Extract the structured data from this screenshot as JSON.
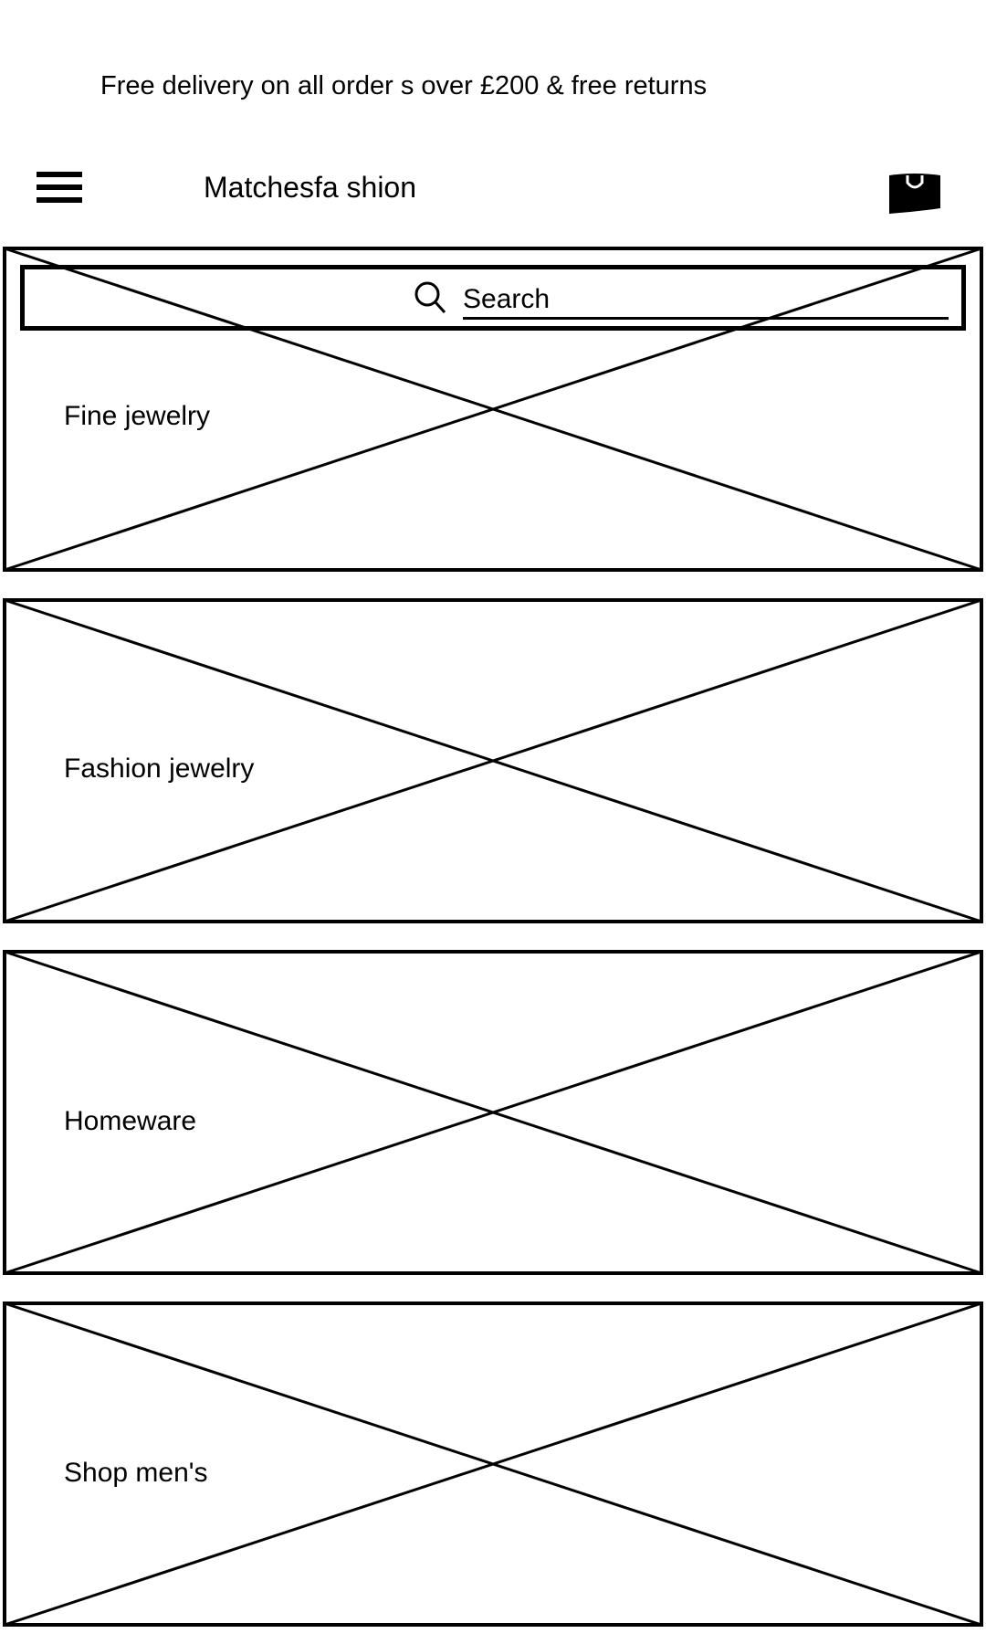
{
  "promo_banner": {
    "text": "Free delivery on all order s over £200 & free returns"
  },
  "header": {
    "menu_icon": "hamburger-menu-icon",
    "brand": "Matchesfa shion",
    "bag_icon": "shopping-bag-icon"
  },
  "search": {
    "icon": "search-icon",
    "placeholder": "Search",
    "value": ""
  },
  "categories": [
    {
      "label": "Fine jewelry",
      "image": "image-placeholder"
    },
    {
      "label": "Fashion jewelry",
      "image": "image-placeholder"
    },
    {
      "label": "Homeware",
      "image": "image-placeholder"
    },
    {
      "label": "Shop men's",
      "image": "image-placeholder"
    }
  ]
}
